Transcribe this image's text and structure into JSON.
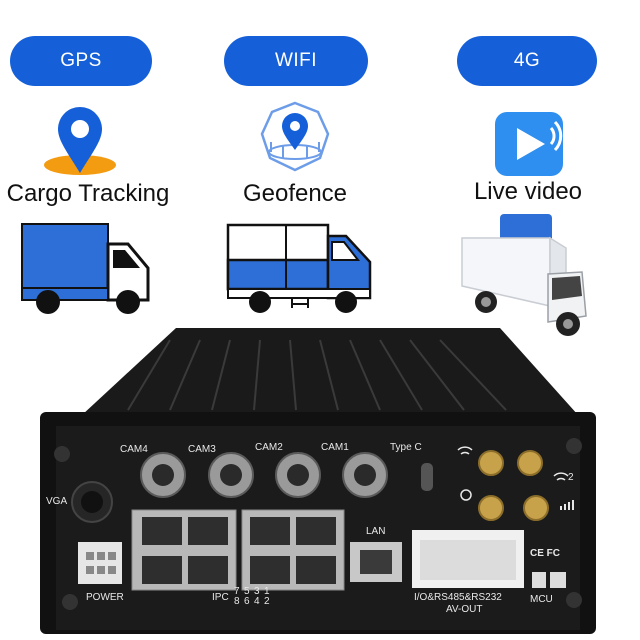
{
  "features": [
    {
      "badge": "GPS",
      "label": "Cargo Tracking",
      "icon": "location-pin-icon"
    },
    {
      "badge": "WIFI",
      "label": "Geofence",
      "icon": "geofence-icon"
    },
    {
      "badge": "4G",
      "label": "Live video",
      "icon": "play-video-icon"
    }
  ],
  "device": {
    "cam_labels": [
      "CAM4",
      "CAM3",
      "CAM2",
      "CAM1"
    ],
    "type_c": "Type C",
    "vga": "VGA",
    "lan": "LAN",
    "power": "POWER",
    "ipc": "IPC",
    "ipc_top": [
      "7",
      "5",
      "3",
      "1"
    ],
    "ipc_bottom": [
      "8",
      "6",
      "4",
      "2"
    ],
    "io": "I/O&RS485&RS232",
    "av_out": "AV-OUT",
    "mcu": "MCU",
    "wifi_num": "2",
    "certs": "CE FC"
  },
  "colors": {
    "accent": "#1560d9",
    "truck_blue": "#2d6fd6",
    "pin_orange": "#f39c12"
  }
}
